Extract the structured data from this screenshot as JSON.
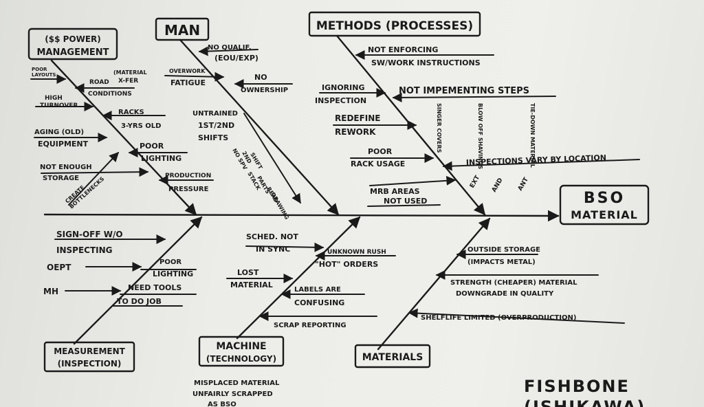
{
  "effect": {
    "line1": "BSO",
    "line2": "MATERIAL"
  },
  "categories": {
    "power": {
      "line1": "($$ POWER)",
      "line2": "MANAGEMENT"
    },
    "man": "MAN",
    "methods": "METHODS (PROCESSES)",
    "measurement": {
      "line1": "MEASUREMENT",
      "line2": "(INSPECTION)"
    },
    "machine": {
      "line1": "MACHINE",
      "line2": "(TECHNOLOGY)"
    },
    "materials": "MATERIALS"
  },
  "power_causes": {
    "poor_layouts": {
      "line1": "POOR",
      "line2": "LAYOUTS"
    },
    "road": "ROAD",
    "material_xfer": {
      "line1": "(MATERIAL",
      "line2": "X-FER"
    },
    "conditions": "CONDITIONS",
    "high_turnover": {
      "line1": "HIGH",
      "line2": "TURNOVER"
    },
    "racks": {
      "line1": "RACKS",
      "line2": "3-YRS OLD"
    },
    "aging": {
      "line1": "AGING (OLD)",
      "line2": "EQUIPMENT"
    },
    "poor_lighting": {
      "line1": "POOR",
      "line2": "LIGHTING"
    },
    "storage": {
      "line1": "NOT ENOUGH",
      "line2": "STORAGE"
    },
    "bottlenecks": {
      "line1": "CREATE",
      "line2": "BOTTLENECKS"
    },
    "production": {
      "line1": "PRODUCTION",
      "line2": "PRESSURE"
    }
  },
  "man_causes": {
    "no_qualif": {
      "line1": "NO QUALIF.",
      "line2": "(EOU/EXP)"
    },
    "overwork": {
      "line1": "OVERWORK",
      "line2": "FATIGUE"
    },
    "ownership": {
      "line1": "NO",
      "line2": "OWNERSHIP"
    },
    "untrained": {
      "line1": "UNTRAINED",
      "line2": "1ST/2ND",
      "line3": "SHIFTS"
    },
    "no_spv": {
      "line1": "NO SPV",
      "line2": "2ND",
      "line3": "SHIFT"
    },
    "stack_parts": {
      "line1": "STACK",
      "line2": "PARTS"
    },
    "read_drawing": {
      "line1": "READ",
      "line2": "DRAWING"
    }
  },
  "methods_causes": {
    "not_enforcing": {
      "line1": "NOT ENFORCING",
      "line2": "SW/WORK INSTRUCTIONS"
    },
    "ignoring": {
      "line1": "IGNORING",
      "line2": "INSPECTION"
    },
    "not_implementing": "NOT IMPEMENTING STEPS",
    "steps": [
      "SINGER COVERS",
      "BLOW OFF SHAVINGS",
      "TIE-DOWN MATERIAL"
    ],
    "redefine": {
      "line1": "REDEFINE",
      "line2": "REWORK"
    },
    "poor_rack": {
      "line1": "POOR",
      "line2": "RACK USAGE"
    },
    "inspections_vary": "INSPECTIONS VARY BY LOCATION",
    "locations": [
      "EXT",
      "AND",
      "ANT"
    ],
    "mrb": {
      "line1": "MRB AREAS",
      "line2": "NOT USED"
    }
  },
  "measurement_causes": {
    "signoff": {
      "line1": "SIGN-OFF W/O",
      "line2": "INSPECTING"
    },
    "oept": "OEPT",
    "poor_lighting": {
      "line1": "POOR",
      "line2": "LIGHTING"
    },
    "mh": "MH",
    "need_tools": {
      "line1": "NEED TOOLS",
      "line2": "TO DO JOB"
    }
  },
  "machine_causes": {
    "sched": {
      "line1": "SCHED. NOT",
      "line2": "IN SYNC"
    },
    "unknown_rush": {
      "line1": "UNKNOWN RUSH",
      "line2": "\"HOT\" ORDERS"
    },
    "lost": {
      "line1": "LOST",
      "line2": "MATERIAL"
    },
    "labels": {
      "line1": "LABELS ARE",
      "line2": "CONFUSING"
    },
    "scrap": "SCRAP REPORTING",
    "misplaced": {
      "line1": "MISPLACED MATERIAL",
      "line2": "UNFAIRLY SCRAPPED",
      "line3": "AS BSO"
    }
  },
  "materials_causes": {
    "outside": {
      "line1": "OUTSIDE STORAGE",
      "line2": "(IMPACTS METAL)"
    },
    "strength": {
      "line1": "STRENGTH (CHEAPER) MATERIAL",
      "line2": "DOWNGRADE IN QUALITY"
    },
    "shelflife": "SHELFLIFE LIMITED (OVERPRODUCTION)"
  },
  "caption": {
    "line1": "FISHBONE",
    "line2": "(ISHIKAWA)"
  }
}
